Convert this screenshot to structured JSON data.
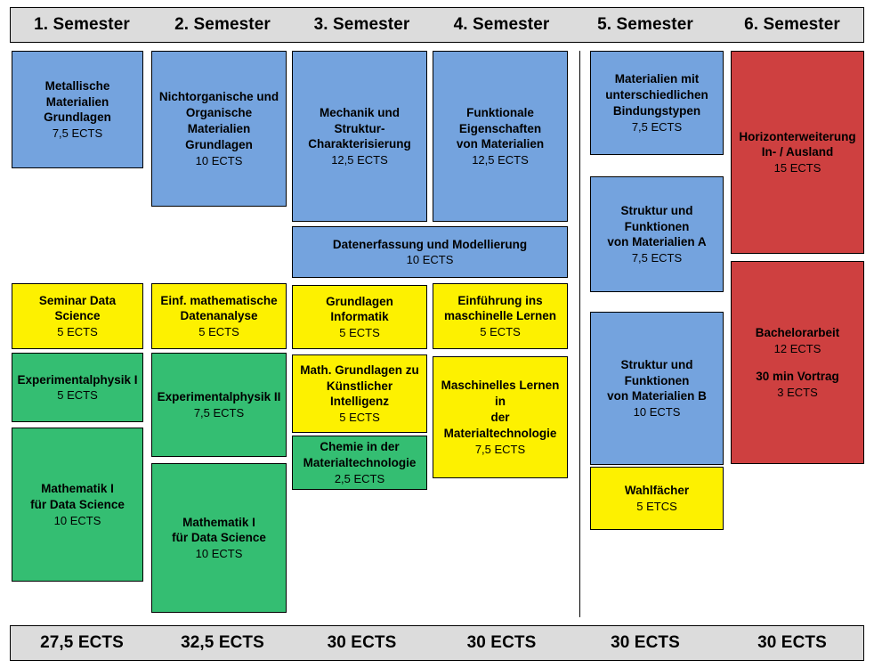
{
  "palette": {
    "blue": "#74a3de",
    "yellow": "#fdf100",
    "green": "#34be72",
    "red": "#ce4040",
    "bar_gray": "#dcdcdc",
    "outline": "#000000"
  },
  "header": {
    "semesters": [
      {
        "label": "1. Semester"
      },
      {
        "label": "2. Semester"
      },
      {
        "label": "3. Semester"
      },
      {
        "label": "4. Semester"
      },
      {
        "label": "5. Semester"
      },
      {
        "label": "6. Semester"
      }
    ]
  },
  "footer": {
    "totals": [
      {
        "label": "27,5 ECTS"
      },
      {
        "label": "32,5 ECTS"
      },
      {
        "label": "30 ECTS"
      },
      {
        "label": "30 ECTS"
      },
      {
        "label": "30 ECTS"
      },
      {
        "label": "30 ECTS"
      }
    ]
  },
  "courses": [
    {
      "id": "metallische-materialien-grundlagen",
      "title": "Metallische Materialien\nGrundlagen",
      "ects": "7,5 ECTS",
      "color": "blue",
      "semester": 1
    },
    {
      "id": "nichtorganische-organische-materialien-grundlagen",
      "title": "Nichtorganische und\nOrganische Materialien\nGrundlagen",
      "ects": "10 ECTS",
      "color": "blue",
      "semester": 2
    },
    {
      "id": "mechanik-und-struktur-charakterisierung",
      "title": "Mechanik und Struktur-\nCharakterisierung",
      "ects": "12,5 ECTS",
      "color": "blue",
      "semester": 3
    },
    {
      "id": "funktionale-eigenschaften-von-materialien",
      "title": "Funktionale\nEigenschaften\nvon Materialien",
      "ects": "12,5 ECTS",
      "color": "blue",
      "semester": 4
    },
    {
      "id": "datenerfassung-und-modellierung",
      "title": "Datenerfassung und Modellierung",
      "ects": "10 ECTS",
      "color": "blue",
      "semester": "3-4"
    },
    {
      "id": "seminar-data-science",
      "title": "Seminar Data Science",
      "ects": "5 ECTS",
      "color": "yellow",
      "semester": 1
    },
    {
      "id": "einf-mathematische-datenanalyse",
      "title": "Einf. mathematische\nDatenanalyse",
      "ects": "5 ECTS",
      "color": "yellow",
      "semester": 2
    },
    {
      "id": "grundlagen-informatik",
      "title": "Grundlagen Informatik",
      "ects": "5 ECTS",
      "color": "yellow",
      "semester": 3
    },
    {
      "id": "einfuehrung-ins-maschinelle-lernen",
      "title": "Einführung ins\nmaschinelle Lernen",
      "ects": "5 ECTS",
      "color": "yellow",
      "semester": 4
    },
    {
      "id": "experimentalphysik-1",
      "title": "Experimentalphysik I",
      "ects": "5 ECTS",
      "color": "green",
      "semester": 1
    },
    {
      "id": "experimentalphysik-2",
      "title": "Experimentalphysik II",
      "ects": "7,5 ECTS",
      "color": "green",
      "semester": 2
    },
    {
      "id": "math-grundlagen-kuenstlicher-intelligenz",
      "title": "Math. Grundlagen zu\nKünstlicher Intelligenz",
      "ects": "5 ECTS",
      "color": "yellow",
      "semester": 3
    },
    {
      "id": "maschinelles-lernen-materialtechnologie",
      "title": "Maschinelles Lernen in\nder Materialtechnologie",
      "ects": "7,5 ECTS",
      "color": "yellow",
      "semester": 4
    },
    {
      "id": "chemie-in-der-materialtechnologie",
      "title": "Chemie in der\nMaterialtechnologie",
      "ects": "2,5 ECTS",
      "color": "green",
      "semester": 3
    },
    {
      "id": "mathematik-1-fuer-data-science-sem1",
      "title": "Mathematik I\nfür Data Science",
      "ects": "10 ECTS",
      "color": "green",
      "semester": 1
    },
    {
      "id": "mathematik-1-fuer-data-science-sem2",
      "title": "Mathematik I\nfür Data Science",
      "ects": "10 ECTS",
      "color": "green",
      "semester": 2
    },
    {
      "id": "materialien-mit-unterschiedlichen-bindungstypen",
      "title": "Materialien mit\nunterschiedlichen\nBindungstypen",
      "ects": "7,5 ECTS",
      "color": "blue",
      "semester": 5
    },
    {
      "id": "struktur-und-funktionen-von-materialien-a",
      "title": "Struktur und\nFunktionen\nvon Materialien A",
      "ects": "7,5 ECTS",
      "color": "blue",
      "semester": 5
    },
    {
      "id": "struktur-und-funktionen-von-materialien-b",
      "title": "Struktur und\nFunktionen\nvon Materialien B",
      "ects": "10 ECTS",
      "color": "blue",
      "semester": 5
    },
    {
      "id": "wahlfaecher",
      "title": "Wahlfächer",
      "ects": "5 ETCS",
      "color": "yellow",
      "semester": 5
    },
    {
      "id": "horizonterweiterung-in-ausland",
      "title": "Horizonterweiterung\nIn- / Ausland",
      "ects": "15 ECTS",
      "color": "red",
      "semester": 6
    },
    {
      "id": "bachelorarbeit",
      "title": "Bachelorarbeit",
      "ects": "12 ECTS",
      "title2": "30 min Vortrag",
      "ects2": "3 ECTS",
      "color": "red",
      "semester": 6
    }
  ]
}
